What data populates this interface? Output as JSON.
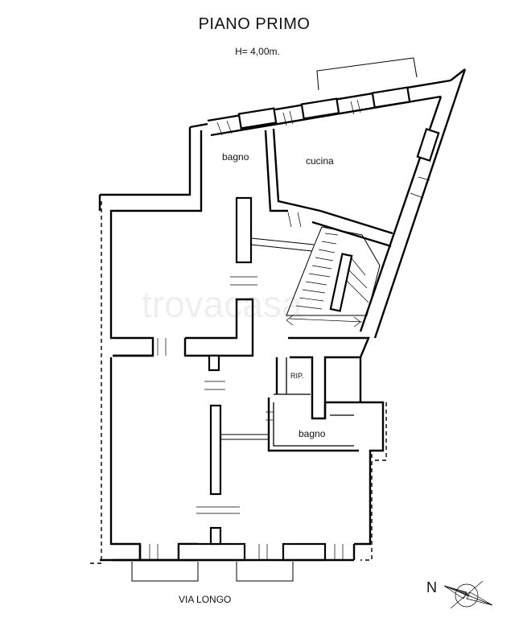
{
  "header": {
    "title": "PIANO PRIMO",
    "height_label": "H= 4,00m."
  },
  "rooms": {
    "bagno_top": "bagno",
    "cucina": "cucina",
    "rip": "RIP.",
    "bagno_bottom": "bagno"
  },
  "street": "VIA  LONGO",
  "compass": {
    "north_label": "N"
  },
  "watermark": "trovacasa"
}
